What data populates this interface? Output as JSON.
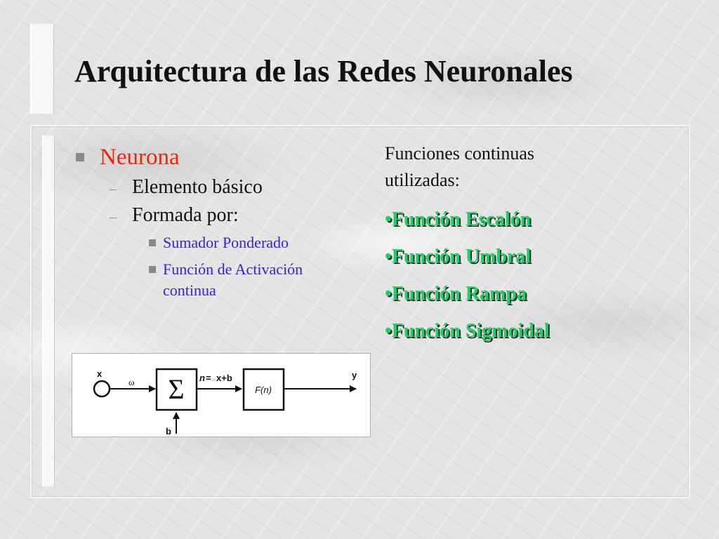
{
  "slide": {
    "title": "Arquitectura de las Redes Neuronales"
  },
  "left": {
    "bullet": "Neurona",
    "sub_items": [
      {
        "dash": "–",
        "text": "Elemento básico"
      },
      {
        "dash": "–",
        "text": "Formada por:"
      }
    ],
    "sub_sub_items": [
      {
        "text": "Sumador Ponderado"
      },
      {
        "text": "Función de Activación continua"
      }
    ]
  },
  "right": {
    "intro": "Funciones continuas utilizadas:",
    "functions": [
      "•Función Escalón",
      "•Función Umbral",
      "•Función Rampa",
      "•Función Sigmoidal"
    ]
  },
  "diagram": {
    "input_label": "x",
    "weight_label": "ω",
    "sum_symbol": "Σ",
    "bias_label": "b",
    "net_label_n": "n",
    "net_label_eq": "=",
    "net_label_w": "ω",
    "net_label_rest": "x+b",
    "activation_label": "F(n)",
    "output_label": "y"
  },
  "colors": {
    "title": "#111111",
    "level1_bullet": "#e8280c",
    "level3_bullet": "#3a1fd6",
    "function_items": "#22cc66",
    "function_shadow": "#2a2a2a",
    "bullet_square": "#8a8a8a"
  }
}
